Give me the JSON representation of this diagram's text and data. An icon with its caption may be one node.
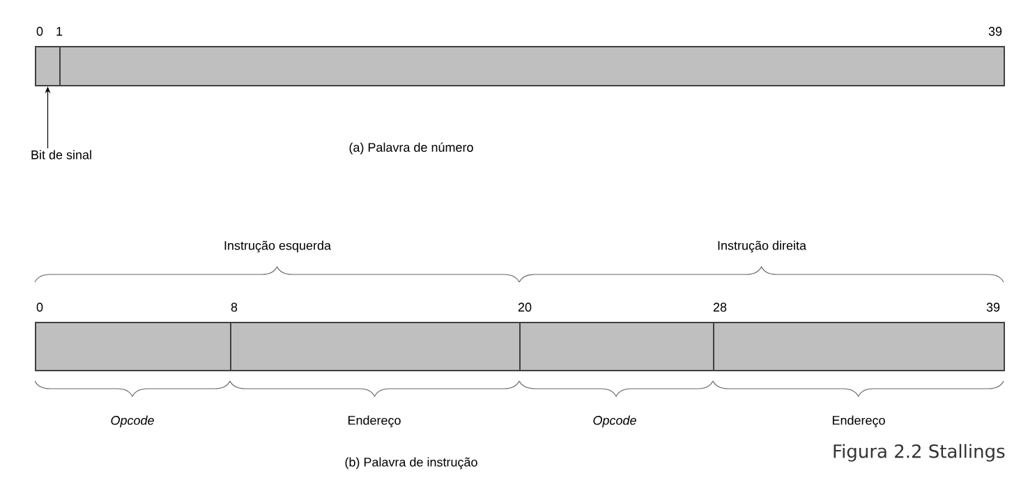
{
  "diagram": {
    "caption": "Figura 2.2 Stallings",
    "nodes": [
      {
        "text": [
          "Bit de sinal"
        ]
      },
      {
        "text": [],
        "shape": "box"
      },
      {
        "text": [],
        "shape": "box"
      },
      {
        "text": [],
        "shape": "box",
        "beside": [
          "Opcode"
        ]
      },
      {
        "text": [],
        "shape": "box",
        "beside": [
          "Endereço"
        ]
      },
      {
        "text": [],
        "shape": "box",
        "beside": [
          "Opcode"
        ]
      },
      {
        "text": [],
        "shape": "box",
        "beside": [
          "Endereço"
        ]
      }
    ],
    "edges": [
      {
        "from": 0,
        "to": 1,
        "arrow": "to"
      }
    ],
    "labels": [
      "0",
      "1",
      "39",
      "(a) Palavra de número",
      "Instrução esquerda",
      "Instrução direita",
      "0",
      "8",
      "20",
      "28",
      "39",
      "(b) Palavra de instrução"
    ]
  }
}
